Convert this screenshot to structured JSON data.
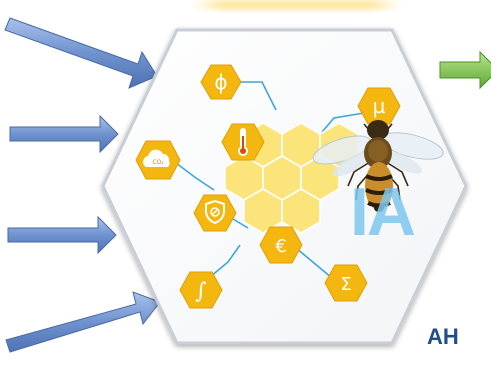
{
  "diagram": {
    "center_label": "IA",
    "corner_label": "AH",
    "icons": {
      "phi": "ϕ",
      "mu": "µ",
      "euro": "€",
      "sigma": "Σ",
      "integral": "∫",
      "co2": "CO₂"
    },
    "icon_names": [
      "phi-symbol-icon",
      "thermometer-icon",
      "co2-cloud-icon",
      "shield-icon",
      "mu-symbol-icon",
      "euro-icon",
      "sigma-icon",
      "integral-icon",
      "bee-image"
    ],
    "colors": {
      "input_arrow": "#6f93cf",
      "output_arrow": "#7dc04a",
      "hexagon_gold": "#f4b70f",
      "honeycomb": "#fbe47a",
      "connector": "#3ea6dc",
      "ia_text": "#7fc8ef",
      "corner_text": "#1f4f8a"
    }
  }
}
